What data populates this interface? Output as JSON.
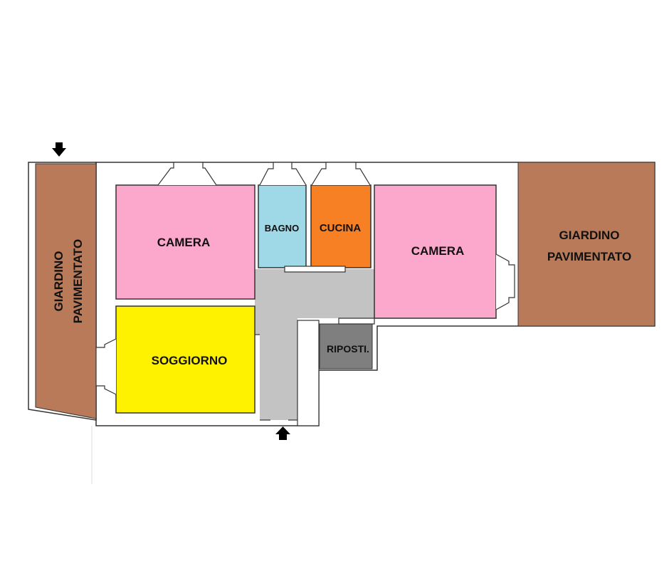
{
  "floor_plan": {
    "colors": {
      "garden": "#b87a59",
      "bedroom": "#fba8cc",
      "bathroom": "#9fd9e8",
      "kitchen": "#f88024",
      "living": "#fff200",
      "hallway": "#c3c3c3",
      "storage": "#7f7f7f",
      "wall": "#333333",
      "arrow": "#000000"
    },
    "rooms": {
      "garden_left": {
        "line1": "GIARDINO",
        "line2": "PAVIMENTATO"
      },
      "garden_right": {
        "line1": "GIARDINO",
        "line2": "PAVIMENTATO"
      },
      "camera_left": {
        "label": "CAMERA"
      },
      "bagno": {
        "label": "BAGNO"
      },
      "cucina": {
        "label": "CUCINA"
      },
      "camera_right": {
        "label": "CAMERA"
      },
      "soggiorno": {
        "label": "SOGGIORNO"
      },
      "ripostiglio": {
        "label": "RIPOSTI."
      }
    },
    "icons": {
      "garden_entrance": "arrow-down-icon",
      "main_entrance": "arrow-up-icon"
    }
  }
}
